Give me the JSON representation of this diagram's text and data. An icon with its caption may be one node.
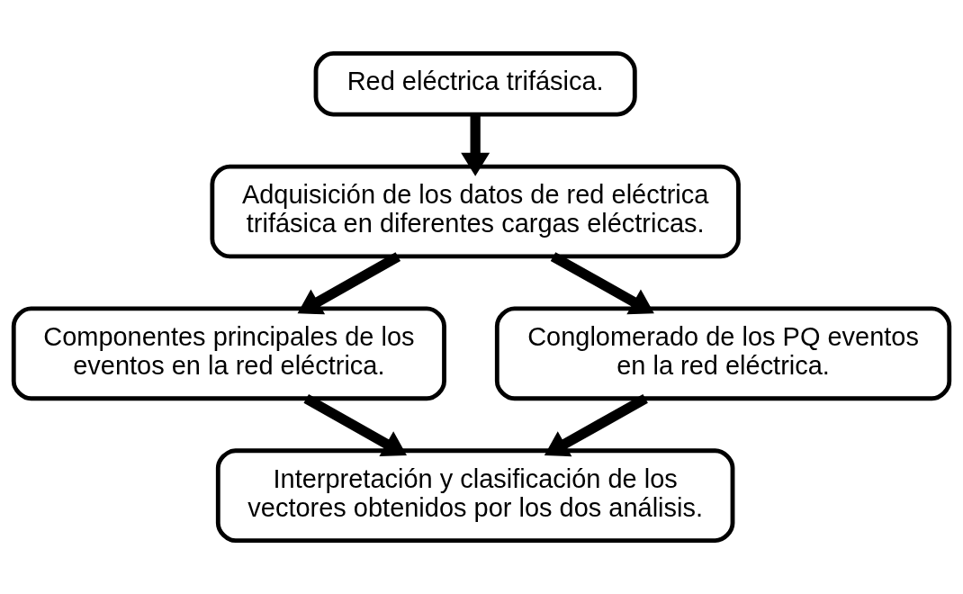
{
  "diagram": {
    "nodes": [
      {
        "text": [
          "Red eléctrica trifásica."
        ]
      },
      {
        "text": [
          "Adquisición de los datos de red eléctrica trifásica en diferentes cargas eléctricas."
        ]
      },
      {
        "text": [
          "Componentes principales de los eventos en la red eléctrica."
        ]
      },
      {
        "text": [
          "Conglomerado de los PQ eventos en la red eléctrica."
        ]
      },
      {
        "text": [
          "Interpretación y clasificación de los vectores obtenidos por los dos análisis."
        ]
      }
    ],
    "edges": [
      {
        "from": 0,
        "to": 1,
        "arrow": "to"
      },
      {
        "from": 1,
        "to": 2,
        "arrow": "to"
      },
      {
        "from": 1,
        "to": 3,
        "arrow": "to"
      },
      {
        "from": 2,
        "to": 4,
        "arrow": "to"
      },
      {
        "from": 3,
        "to": 4,
        "arrow": "to"
      }
    ]
  }
}
